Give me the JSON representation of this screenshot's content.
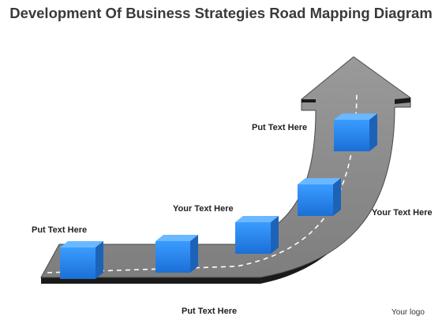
{
  "title": "Development Of Business Strategies Road Mapping Diagram",
  "labels": [
    "Put Text Here",
    "Your Text Here",
    "Put Text Here",
    "Your Text Here",
    "Put Text Here"
  ],
  "logo": "Your logo",
  "colors": {
    "road": "#8c8c8c",
    "road_edge": "#1a1a1a",
    "dash": "#ffffff",
    "cube_front": "#2b8ff0",
    "cube_top": "#5fb4ff",
    "cube_side": "#1f6fcc"
  }
}
